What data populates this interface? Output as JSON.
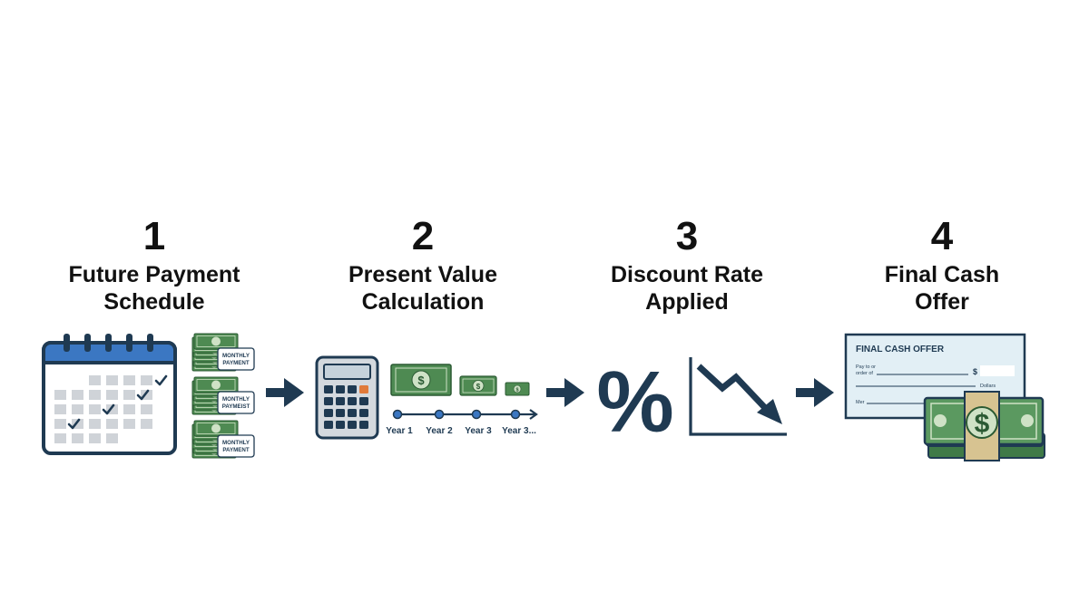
{
  "steps": [
    {
      "number": "1",
      "title_line1": "Future Payment",
      "title_line2": "Schedule"
    },
    {
      "number": "2",
      "title_line1": "Present Value",
      "title_line2": "Calculation"
    },
    {
      "number": "3",
      "title_line1": "Discount Rate",
      "title_line2": "Applied"
    },
    {
      "number": "4",
      "title_line1": "Final Cash",
      "title_line2": "Offer"
    }
  ],
  "cash_stacks": [
    {
      "label_line1": "MONTHLY",
      "label_line2": "PAYMENT"
    },
    {
      "label_line1": "MONTHLY",
      "label_line2": "PAYMEIST"
    },
    {
      "label_line1": "MONTHLY",
      "label_line2": "PAYMENT"
    }
  ],
  "timeline": [
    "Year 1",
    "Year 2",
    "Year 3",
    "Year 3..."
  ],
  "percent_symbol": "%",
  "currency_symbol": "$",
  "check": {
    "title": "FINAL CASH OFFER",
    "pay_line1": "Pay to or",
    "pay_line2": "order of",
    "dollar_sign": "$",
    "dollars_label": "Dollars",
    "memo_label": "Mer"
  },
  "colors": {
    "navy": "#1f3a52",
    "calendar_blue": "#3b77c2",
    "money_green": "#4e8a52",
    "money_light": "#cfe2c6",
    "check_bg": "#e2eff5",
    "band_tan": "#d7c391"
  },
  "icons": [
    "calendar-icon",
    "cash-stack-icon",
    "arrow-right-icon",
    "calculator-icon",
    "banknote-icon",
    "timeline-icon",
    "percent-icon",
    "decline-chart-icon",
    "check-icon",
    "money-bundle-icon"
  ]
}
